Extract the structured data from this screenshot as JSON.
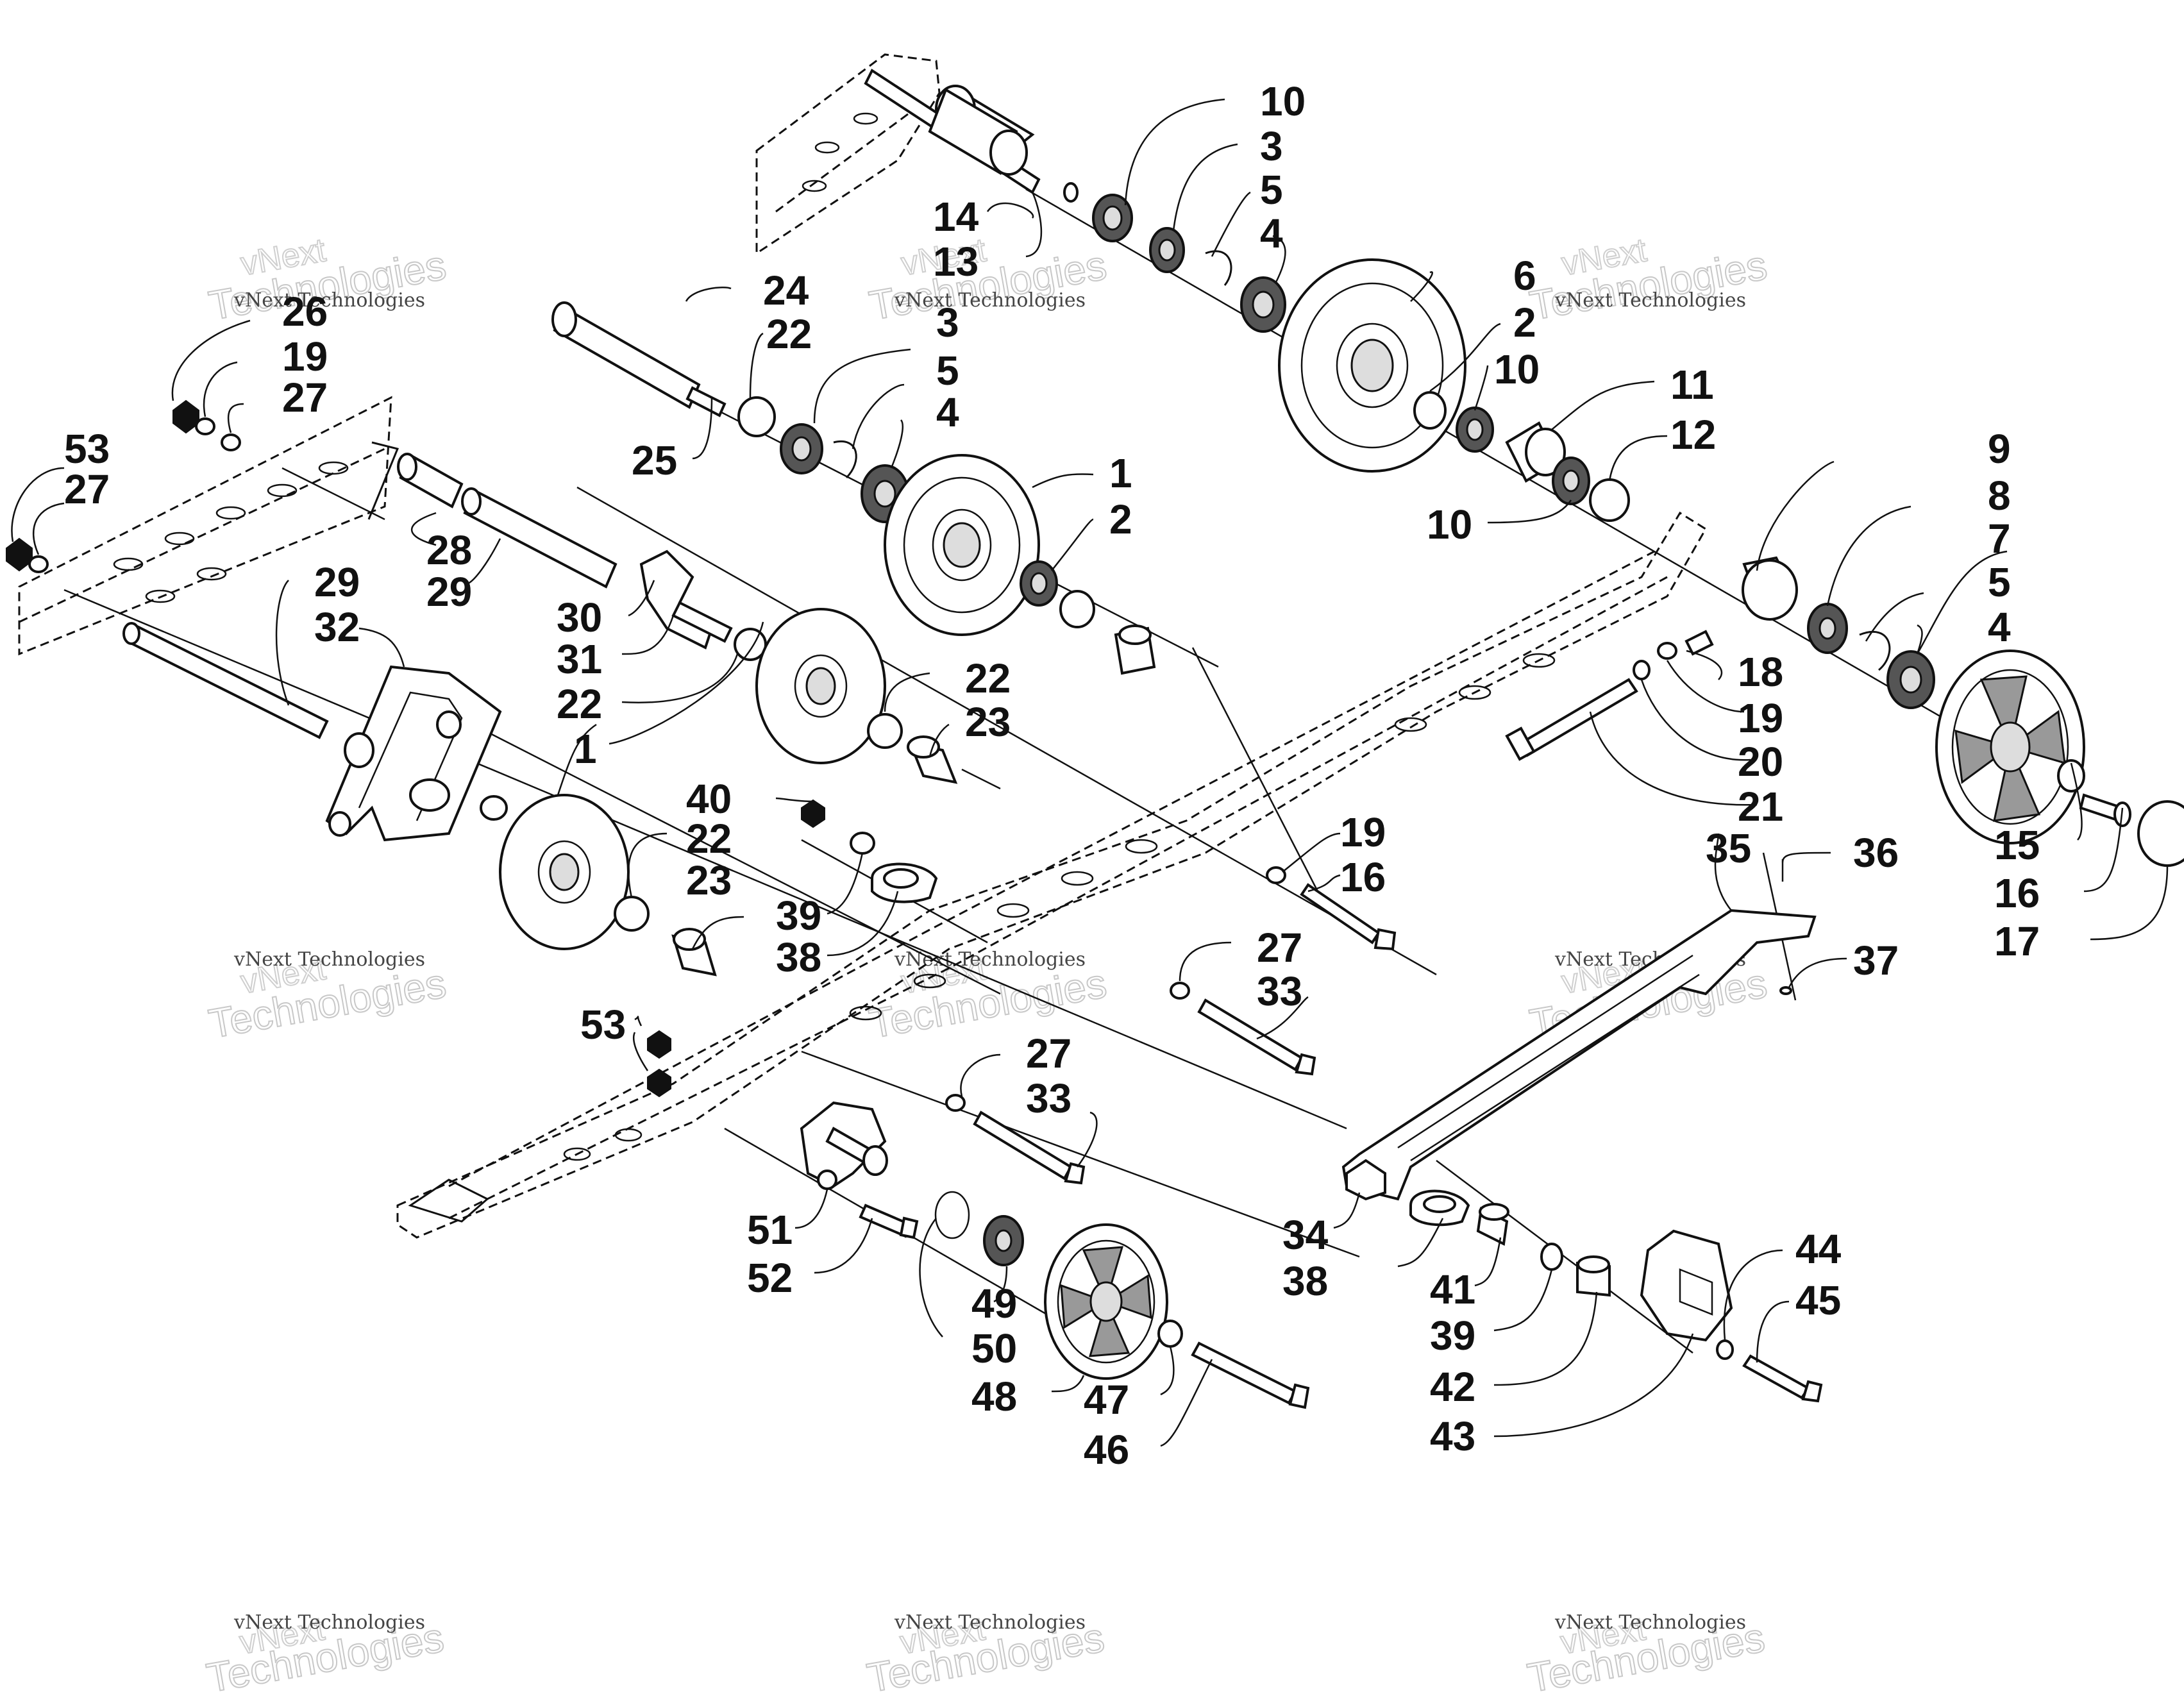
{
  "watermark": {
    "line1": "vNext",
    "line2": "Technologies",
    "line3": "vNext Technologies"
  },
  "callouts": [
    {
      "id": "c10a",
      "text": "10"
    },
    {
      "id": "c3a",
      "text": "3"
    },
    {
      "id": "c5a",
      "text": "5"
    },
    {
      "id": "c4a",
      "text": "4"
    },
    {
      "id": "c14",
      "text": "14"
    },
    {
      "id": "c13",
      "text": "13"
    },
    {
      "id": "c6",
      "text": "6"
    },
    {
      "id": "c2a",
      "text": "2"
    },
    {
      "id": "c10b",
      "text": "10"
    },
    {
      "id": "c11",
      "text": "11"
    },
    {
      "id": "c12",
      "text": "12"
    },
    {
      "id": "c10c",
      "text": "10"
    },
    {
      "id": "c24",
      "text": "24"
    },
    {
      "id": "c22a",
      "text": "22"
    },
    {
      "id": "c25",
      "text": "25"
    },
    {
      "id": "c3b",
      "text": "3"
    },
    {
      "id": "c5b",
      "text": "5"
    },
    {
      "id": "c4b",
      "text": "4"
    },
    {
      "id": "c1a",
      "text": "1"
    },
    {
      "id": "c2b",
      "text": "2"
    },
    {
      "id": "c26",
      "text": "26"
    },
    {
      "id": "c19a",
      "text": "19"
    },
    {
      "id": "c27a",
      "text": "27"
    },
    {
      "id": "c53a",
      "text": "53"
    },
    {
      "id": "c27b",
      "text": "27"
    },
    {
      "id": "c28",
      "text": "28"
    },
    {
      "id": "c29a",
      "text": "29"
    },
    {
      "id": "c29b",
      "text": "29"
    },
    {
      "id": "c32",
      "text": "32"
    },
    {
      "id": "c30",
      "text": "30"
    },
    {
      "id": "c31",
      "text": "31"
    },
    {
      "id": "c22b",
      "text": "22"
    },
    {
      "id": "c1b",
      "text": "1"
    },
    {
      "id": "c22c",
      "text": "22"
    },
    {
      "id": "c23a",
      "text": "23"
    },
    {
      "id": "c9",
      "text": "9"
    },
    {
      "id": "c8",
      "text": "8"
    },
    {
      "id": "c7",
      "text": "7"
    },
    {
      "id": "c5c",
      "text": "5"
    },
    {
      "id": "c4c",
      "text": "4"
    },
    {
      "id": "c18",
      "text": "18"
    },
    {
      "id": "c19b",
      "text": "19"
    },
    {
      "id": "c20",
      "text": "20"
    },
    {
      "id": "c21",
      "text": "21"
    },
    {
      "id": "c40",
      "text": "40"
    },
    {
      "id": "c22d",
      "text": "22"
    },
    {
      "id": "c23b",
      "text": "23"
    },
    {
      "id": "c39a",
      "text": "39"
    },
    {
      "id": "c38a",
      "text": "38"
    },
    {
      "id": "c19c",
      "text": "19"
    },
    {
      "id": "c16a",
      "text": "16"
    },
    {
      "id": "c35",
      "text": "35"
    },
    {
      "id": "c36",
      "text": "36"
    },
    {
      "id": "c15",
      "text": "15"
    },
    {
      "id": "c16b",
      "text": "16"
    },
    {
      "id": "c17",
      "text": "17"
    },
    {
      "id": "c27c",
      "text": "27"
    },
    {
      "id": "c33a",
      "text": "33"
    },
    {
      "id": "c37",
      "text": "37"
    },
    {
      "id": "c53b",
      "text": "53"
    },
    {
      "id": "c27d",
      "text": "27"
    },
    {
      "id": "c33b",
      "text": "33"
    },
    {
      "id": "c51",
      "text": "51"
    },
    {
      "id": "c52",
      "text": "52"
    },
    {
      "id": "c49",
      "text": "49"
    },
    {
      "id": "c50",
      "text": "50"
    },
    {
      "id": "c48",
      "text": "48"
    },
    {
      "id": "c47",
      "text": "47"
    },
    {
      "id": "c46",
      "text": "46"
    },
    {
      "id": "c34",
      "text": "34"
    },
    {
      "id": "c38b",
      "text": "38"
    },
    {
      "id": "c41",
      "text": "41"
    },
    {
      "id": "c39b",
      "text": "39"
    },
    {
      "id": "c42",
      "text": "42"
    },
    {
      "id": "c43",
      "text": "43"
    },
    {
      "id": "c44",
      "text": "44"
    },
    {
      "id": "c45",
      "text": "45"
    }
  ]
}
